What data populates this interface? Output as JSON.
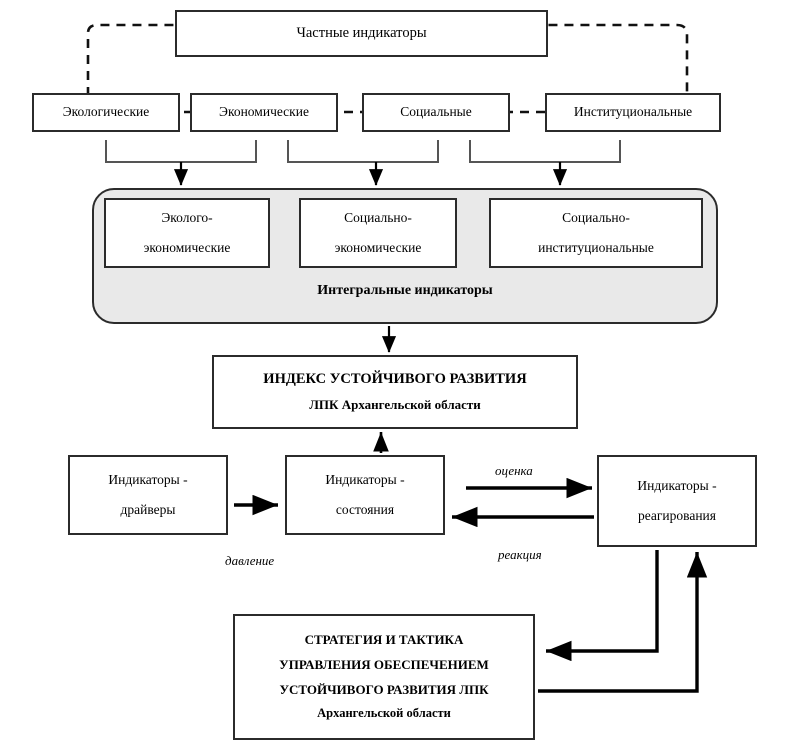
{
  "diagram": {
    "title": "Частные индикаторы",
    "categories": [
      {
        "id": "ecological",
        "label": "Экологические"
      },
      {
        "id": "economic",
        "label": "Экономические"
      },
      {
        "id": "social",
        "label": "Социальные"
      },
      {
        "id": "institutional",
        "label": "Институциональные"
      }
    ],
    "integral": {
      "panel_label": "Интегральные индикаторы",
      "panel_color": "#e9e9e9",
      "boxes": [
        {
          "id": "eco-economic",
          "line1": "Эколого-",
          "line2": "экономические"
        },
        {
          "id": "socio-economic",
          "line1": "Социально-",
          "line2": "экономические"
        },
        {
          "id": "socio-institutional",
          "line1": "Социально-",
          "line2": "институциональные"
        }
      ]
    },
    "index_box": {
      "line1": "ИНДЕКС УСТОЙЧИВОГО РАЗВИТИЯ",
      "line2": "ЛПК Архангельской области"
    },
    "dpsir": {
      "drivers": {
        "line1": "Индикаторы -",
        "line2": "драйверы"
      },
      "state": {
        "line1": "Индикаторы -",
        "line2": "состояния"
      },
      "response": {
        "line1": "Индикаторы -",
        "line2": "реагирования"
      }
    },
    "edge_labels": {
      "pressure": "давление",
      "assessment": "оценка",
      "reaction": "реакция"
    },
    "strategy_box": {
      "line1": "СТРАТЕГИЯ И ТАКТИКА",
      "line2": "УПРАВЛЕНИЯ ОБЕСПЕЧЕНИЕМ",
      "line3": "УСТОЙЧИВОГО РАЗВИТИЯ ЛПК",
      "line4": "Архангельской области"
    },
    "colors": {
      "stroke": "#2b2b2b",
      "panel_fill": "#e9e9e9",
      "background": "#ffffff"
    }
  }
}
